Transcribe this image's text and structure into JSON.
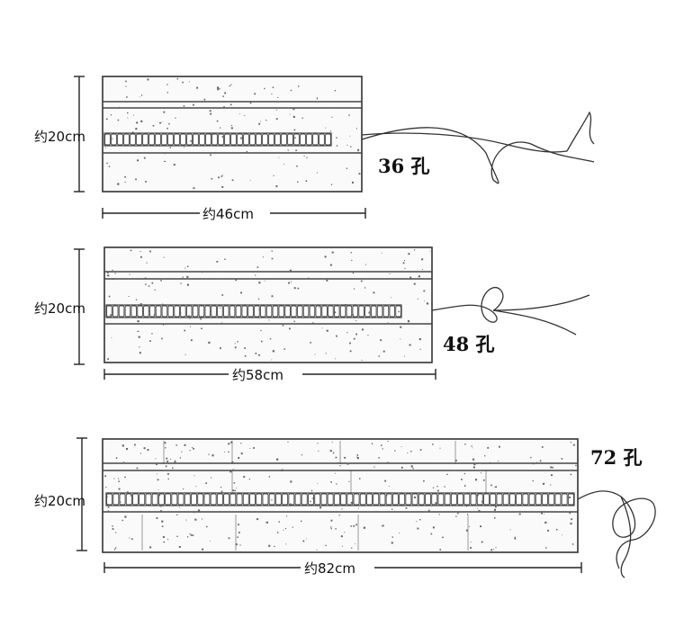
{
  "rolls": [
    {
      "count_label": "36 孔",
      "height_label": "约20cm",
      "width_label": "约46cm",
      "holes": 36,
      "width_cm": 46,
      "height_cm": 20
    },
    {
      "count_label": "48 孔",
      "height_label": "约20cm",
      "width_label": "约58cm",
      "holes": 48,
      "width_cm": 58,
      "height_cm": 20
    },
    {
      "count_label": "72 孔",
      "height_label": "约20cm",
      "width_label": "约82cm",
      "holes": 72,
      "width_cm": 82,
      "height_cm": 20
    }
  ]
}
